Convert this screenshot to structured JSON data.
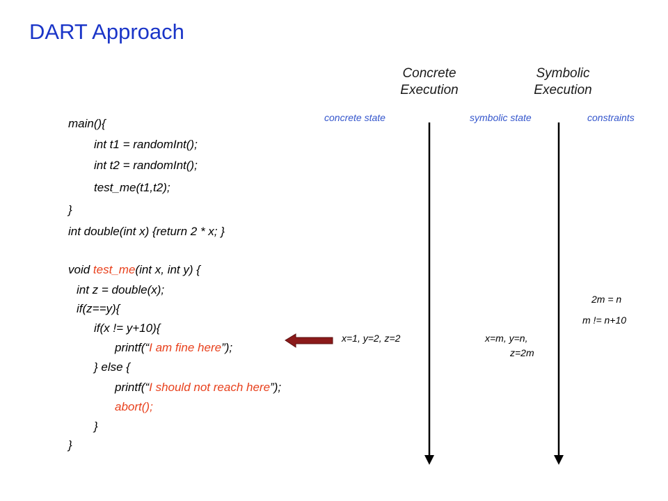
{
  "slide": {
    "title": "DART Approach",
    "headers": {
      "concrete": [
        "Concrete",
        "Execution"
      ],
      "symbolic": [
        "Symbolic",
        "Execution"
      ]
    },
    "column_labels": {
      "concrete_state": "concrete state",
      "symbolic_state": "symbolic state",
      "constraints": "constraints"
    },
    "code": [
      "main(){",
      "int t1 = randomInt();",
      "int t2 = randomInt();",
      "test_me(t1,t2);",
      "}",
      "int double(int x) {return 2 * x; }",
      "void ",
      "test_me",
      "(int x, int y) {",
      "int z = double(x);",
      "if(z==y){",
      "if(x != y+10){",
      "printf(“",
      "I am fine here",
      "”);",
      "} else {",
      "printf(“",
      "I should not reach here",
      "”);",
      "abort();",
      "}",
      "}"
    ],
    "values": {
      "concrete": "x=1, y=2, z=2",
      "symbolic_line1": "x=m, y=n,",
      "symbolic_line2": "z=2m",
      "constraint1": "2m = n",
      "constraint2": "m != n+10"
    },
    "colors": {
      "title": "#1a35c8",
      "label": "#3355cc",
      "highlight": "#e8401c",
      "arrow": "#8b1a1a"
    }
  }
}
